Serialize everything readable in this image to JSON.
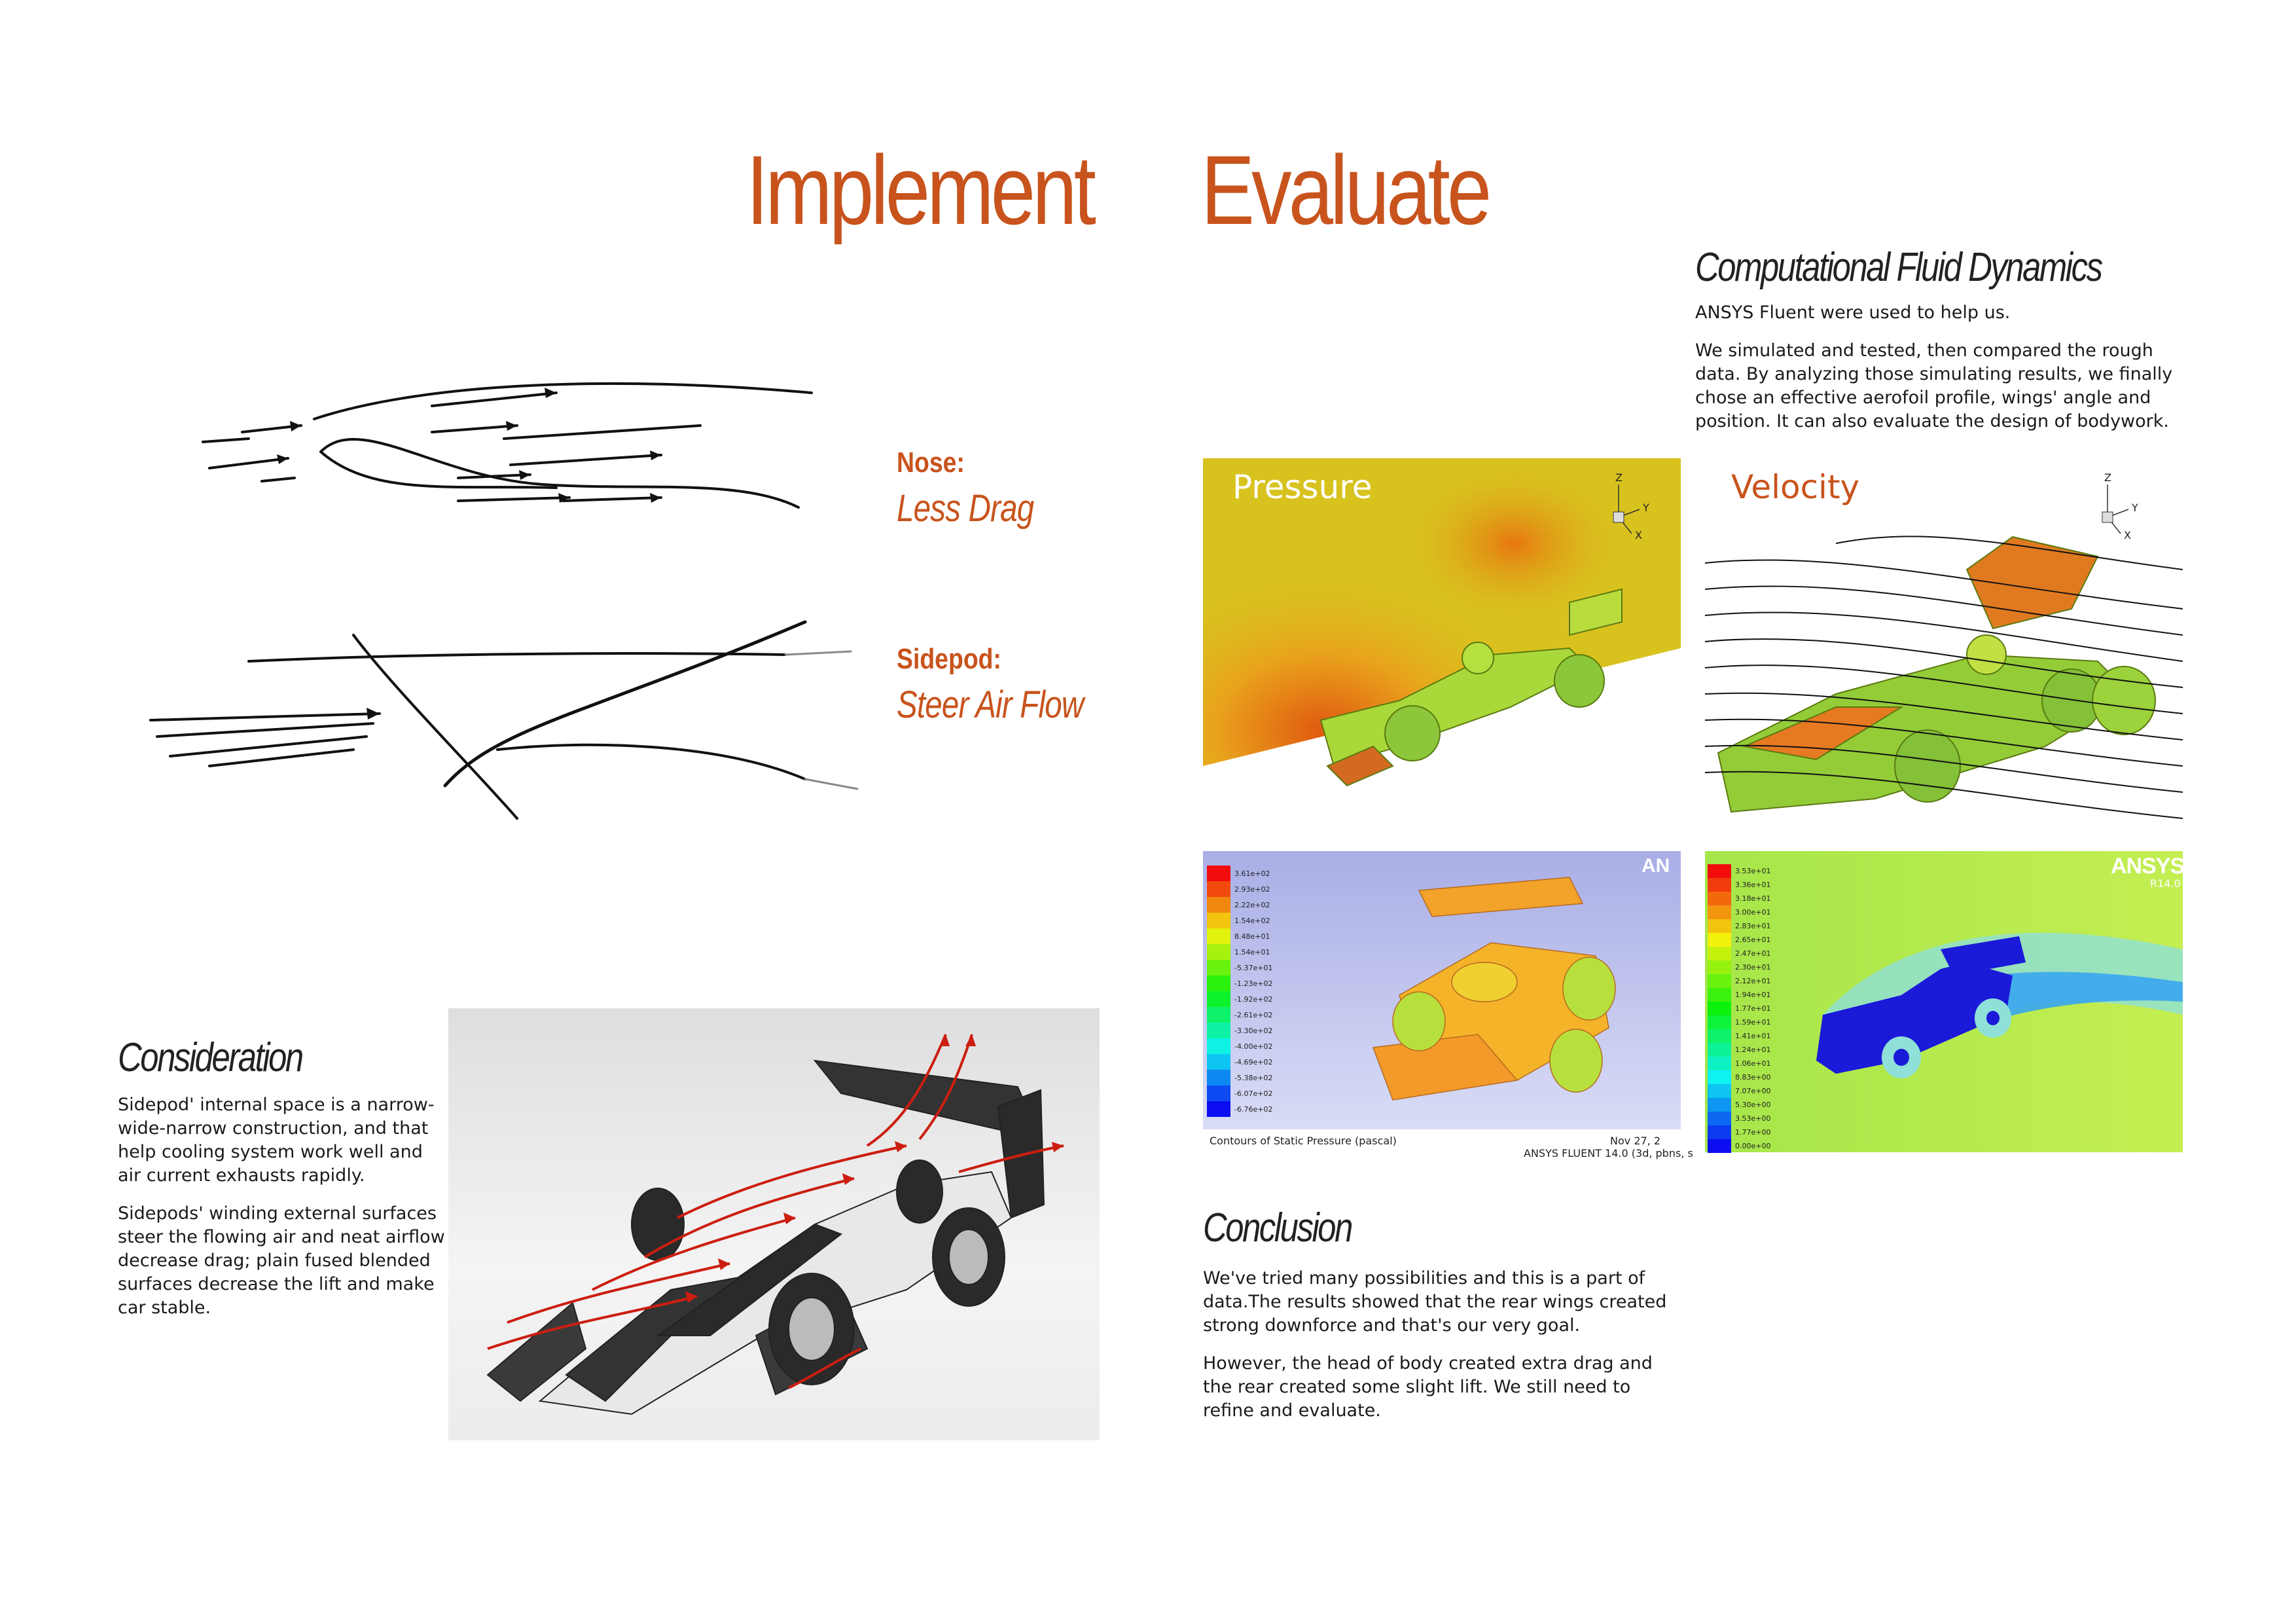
{
  "headings": {
    "implement": "Implement",
    "evaluate": "Evaluate"
  },
  "sketch_labels": {
    "nose_title": "Nose:",
    "nose_caption": "Less Drag",
    "sidepod_title": "Sidepod:",
    "sidepod_caption": "Steer Air Flow"
  },
  "cfd": {
    "title": "Computational Fluid Dynamics",
    "paragraphs": [
      "ANSYS Fluent were used to help us.",
      "We simulated and tested, then compared the rough data. By analyzing those simulating results, we finally chose an effective aerofoil profile, wings' angle and position. It can also evaluate the design of bodywork."
    ]
  },
  "panels": {
    "pressure_label": "Pressure",
    "velocity_label": "Velocity",
    "axis_z": "Z",
    "axis_y": "Y",
    "axis_x": "X"
  },
  "pressure_contour": {
    "logo": "AN",
    "caption": "Contours of Static Pressure (pascal)",
    "date": "Nov 27, 2",
    "solver": "ANSYS FLUENT 14.0 (3d, pbns, s",
    "legend": [
      "3.61e+02",
      "2.93e+02",
      "2.22e+02",
      "1.54e+02",
      "8.48e+01",
      "1.54e+01",
      "-5.37e+01",
      "-1.23e+02",
      "-1.92e+02",
      "-2.61e+02",
      "-3.30e+02",
      "-4.00e+02",
      "-4.69e+02",
      "-5.38e+02",
      "-6.07e+02",
      "-6.76e+02"
    ]
  },
  "velocity_contour": {
    "logo": "ANSYS",
    "sublogo": "R14.0",
    "legend": [
      "3.53e+01",
      "3.36e+01",
      "3.18e+01",
      "3.00e+01",
      "2.83e+01",
      "2.65e+01",
      "2.47e+01",
      "2.30e+01",
      "2.12e+01",
      "1.94e+01",
      "1.77e+01",
      "1.59e+01",
      "1.41e+01",
      "1.24e+01",
      "1.06e+01",
      "8.83e+00",
      "7.07e+00",
      "5.30e+00",
      "3.53e+00",
      "1.77e+00",
      "0.00e+00"
    ]
  },
  "consideration": {
    "title": "Consideration",
    "paragraphs": [
      "Sidepod' internal space is a narrow-wide-narrow construction, and that help cooling system work well and air current exhausts rapidly.",
      "Sidepods' winding external surfaces steer the flowing air and neat airflow decrease drag; plain fused blended surfaces decrease the lift and make car stable."
    ]
  },
  "conclusion": {
    "title": "Conclusion",
    "paragraphs": [
      "We've tried many possibilities and this is a part of data.The results showed that the rear wings created strong downforce and that's our very goal.",
      "However, the head of body created extra drag and the rear created some slight lift. We still need to refine and evaluate."
    ]
  },
  "colors": {
    "accent": "#c8531c",
    "pressure_bg": "#d8c21e",
    "velocity_bg": "#a6e64a",
    "contour_bg": "#b9bde8"
  }
}
